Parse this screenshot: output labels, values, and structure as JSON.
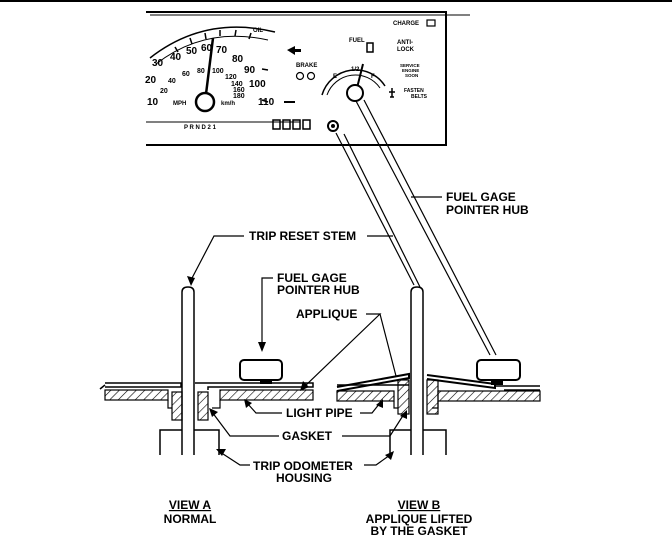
{
  "callouts": {
    "fuel_gage_pointer_hub_top": [
      "FUEL GAGE",
      "POINTER HUB"
    ],
    "trip_reset_stem": "TRIP RESET STEM",
    "fuel_gage_pointer_hub_mid": [
      "FUEL GAGE",
      "POINTER HUB"
    ],
    "applique": "APPLIQUE",
    "light_pipe": "LIGHT PIPE",
    "gasket": "GASKET",
    "trip_odometer_housing": [
      "TRIP ODOMETER",
      "HOUSING"
    ]
  },
  "views": {
    "a": {
      "title": "VIEW A",
      "caption": [
        "NORMAL"
      ]
    },
    "b": {
      "title": "VIEW B",
      "caption": [
        "APPLIQUE LIFTED",
        "BY THE GASKET"
      ]
    }
  },
  "cluster": {
    "oil": "OIL",
    "brake": "BRAKE",
    "fuel": "FUEL",
    "charge": "CHARGE",
    "anti_lock": [
      "ANTI-",
      "LOCK"
    ],
    "service_engine": [
      "SERVICE",
      "ENGINE",
      "SOON"
    ],
    "fasten_belts": [
      "FASTEN",
      "BELTS"
    ],
    "mph": "MPH",
    "kmh": "km/h",
    "prndl": "P R N D 2 1",
    "fuel_empty": "E",
    "fuel_half": "1/2",
    "fuel_full": "F",
    "mph_ticks": [
      "10",
      "20",
      "30",
      "40",
      "50",
      "60",
      "70",
      "80",
      "90",
      "100",
      "110"
    ],
    "kmh_ticks": [
      "20",
      "40",
      "60",
      "80",
      "100",
      "120",
      "140",
      "160",
      "180"
    ]
  }
}
